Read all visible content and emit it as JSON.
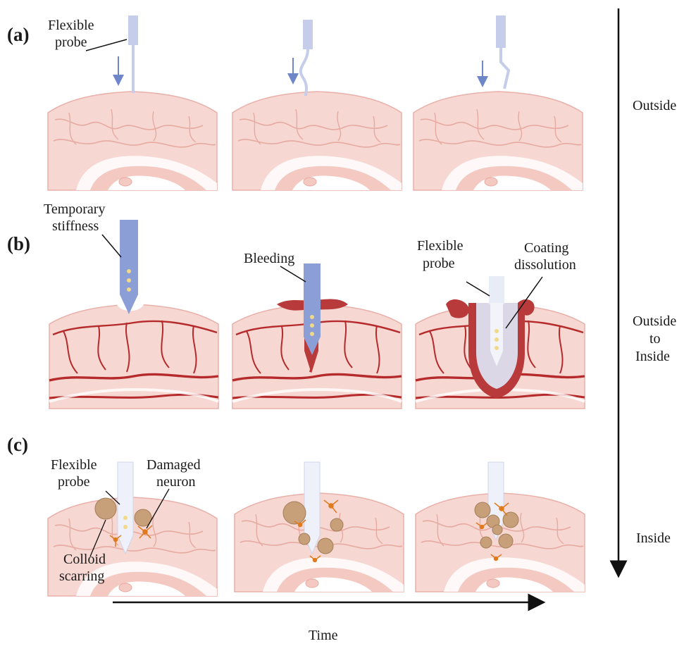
{
  "panels": {
    "a": "(a)",
    "b": "(b)",
    "c": "(c)"
  },
  "labels": {
    "a_probe_1": "Flexible",
    "a_probe_2": "probe",
    "b_stiff_1": "Temporary",
    "b_stiff_2": "stiffness",
    "b_bleeding": "Bleeding",
    "b_probe_1": "Flexible",
    "b_probe_2": "probe",
    "b_coating_1": "Coating",
    "b_coating_2": "dissolution",
    "c_probe_1": "Flexible",
    "c_probe_2": "probe",
    "c_neuron_1": "Damaged",
    "c_neuron_2": "neuron",
    "c_colloid_1": "Colloid",
    "c_colloid_2": "scarring"
  },
  "side_axis": {
    "outside": "Outside",
    "mid_1": "Outside",
    "mid_2": "to",
    "mid_3": "Inside",
    "inside": "Inside"
  },
  "time_axis": {
    "label": "Time"
  },
  "colors": {
    "brain_fill": "#f8dcd7",
    "brain_fold": "#ffffff",
    "brain_line": "#e8b4ac",
    "vessel": "#b52a2a",
    "probe_blue": "#8b9fd6",
    "probe_pale": "#c5cdea",
    "blood": "#b83a3a",
    "scar": "#c7a07a",
    "neuron": "#e07a1f"
  }
}
